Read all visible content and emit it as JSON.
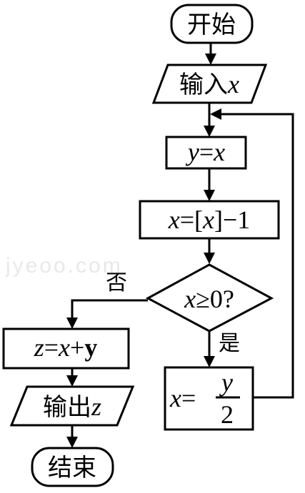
{
  "nodes": {
    "start": {
      "text": "开始"
    },
    "input": {
      "text": "输入",
      "var": "x"
    },
    "assign_y": {
      "lhs": "y",
      "eq": "=",
      "rhs": "x"
    },
    "floor": {
      "lhs": "x",
      "eq": "=",
      "lb": "[",
      "arg": "x",
      "rb": "]",
      "minus": "−",
      "one": "1"
    },
    "decision": {
      "var": "x",
      "op": "≥",
      "num": "0",
      "q": "?"
    },
    "half": {
      "lhs": "x",
      "eq": "=",
      "num": "y",
      "den": "2"
    },
    "sum": {
      "z": "z",
      "eq": "=",
      "x": "x",
      "plus": "+",
      "y": "y"
    },
    "output": {
      "text": "输出",
      "var": "z"
    },
    "end": {
      "text": "结束"
    }
  },
  "branches": {
    "no": "否",
    "yes": "是"
  },
  "watermark": "jyeoo.com"
}
